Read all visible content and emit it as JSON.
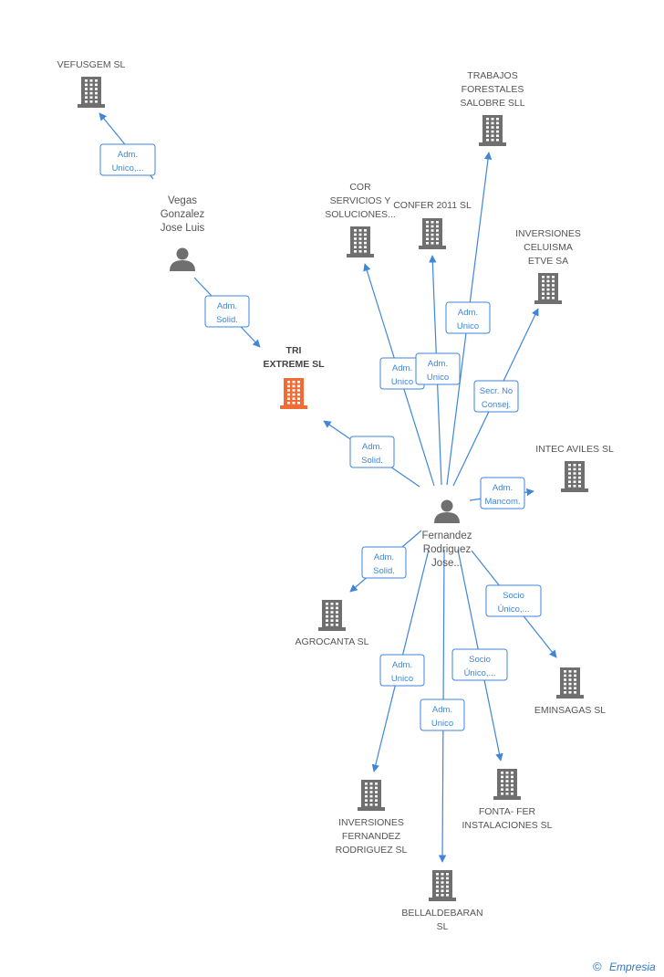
{
  "nodes": [
    {
      "id": "tri",
      "kind": "company",
      "focus": true,
      "label": [
        "TRI",
        "EXTREME SL"
      ]
    },
    {
      "id": "vefusgem",
      "kind": "company",
      "label": [
        "VEFUSGEM SL"
      ]
    },
    {
      "id": "trabajos",
      "kind": "company",
      "label": [
        "TRABAJOS",
        "FORESTALES",
        "SALOBRE SLL"
      ]
    },
    {
      "id": "cor",
      "kind": "company",
      "label": [
        "COR",
        "SERVICIOS Y",
        "SOLUCIONES..."
      ]
    },
    {
      "id": "confer",
      "kind": "company",
      "label": [
        "CONFER 2011 SL"
      ]
    },
    {
      "id": "inversiones_celuisma",
      "kind": "company",
      "label": [
        "INVERSIONES",
        "CELUISMA",
        "ETVE SA"
      ]
    },
    {
      "id": "intec",
      "kind": "company",
      "label": [
        "INTEC AVILES SL"
      ]
    },
    {
      "id": "agrocanta",
      "kind": "company",
      "label": [
        "AGROCANTA SL"
      ]
    },
    {
      "id": "eminsagas",
      "kind": "company",
      "label": [
        "EMINSAGAS  SL"
      ]
    },
    {
      "id": "inversiones_fr",
      "kind": "company",
      "label": [
        "INVERSIONES",
        "FERNANDEZ",
        "RODRIGUEZ SL"
      ]
    },
    {
      "id": "fonta",
      "kind": "company",
      "label": [
        "FONTA- FER",
        "INSTALACIONES SL"
      ]
    },
    {
      "id": "bellaldebaran",
      "kind": "company",
      "label": [
        "BELLALDEBARAN",
        "SL"
      ]
    },
    {
      "id": "vegas",
      "kind": "person",
      "label": [
        "Vegas",
        "Gonzalez",
        "Jose Luis"
      ]
    },
    {
      "id": "fernandez",
      "kind": "person",
      "label": [
        "Fernandez",
        "Rodriguez",
        "Jose..."
      ]
    }
  ],
  "edges": [
    {
      "from": "vegas",
      "to": "vefusgem",
      "label": [
        "Adm.",
        "Unico,..."
      ]
    },
    {
      "from": "vegas",
      "to": "tri",
      "label": [
        "Adm.",
        "Solid."
      ]
    },
    {
      "from": "fernandez",
      "to": "tri",
      "label": [
        "Adm.",
        "Solid."
      ]
    },
    {
      "from": "fernandez",
      "to": "cor",
      "label": [
        "Adm.",
        "Unico"
      ]
    },
    {
      "from": "fernandez",
      "to": "confer",
      "label": [
        "Adm.",
        "Unico"
      ]
    },
    {
      "from": "fernandez",
      "to": "trabajos",
      "label": [
        "Adm.",
        "Unico"
      ]
    },
    {
      "from": "fernandez",
      "to": "inversiones_celuisma",
      "label": [
        "Secr.  No",
        "Consej."
      ]
    },
    {
      "from": "fernandez",
      "to": "intec",
      "label": [
        "Adm.",
        "Mancom."
      ]
    },
    {
      "from": "fernandez",
      "to": "agrocanta",
      "label": [
        "Adm.",
        "Solid."
      ]
    },
    {
      "from": "fernandez",
      "to": "eminsagas",
      "label": [
        "Socio",
        "Único,..."
      ]
    },
    {
      "from": "fernandez",
      "to": "inversiones_fr",
      "label": [
        "Adm.",
        "Unico"
      ]
    },
    {
      "from": "fernandez",
      "to": "fonta",
      "label": [
        "Socio",
        "Único,..."
      ]
    },
    {
      "from": "fernandez",
      "to": "bellaldebaran",
      "label": [
        "Adm.",
        "Unico"
      ]
    }
  ],
  "branding": {
    "copyright": "©",
    "brand": "Empresia"
  },
  "colors": {
    "accent": "#3f86d9",
    "focus": "#f26a35",
    "icon": "#6f6f6f"
  }
}
